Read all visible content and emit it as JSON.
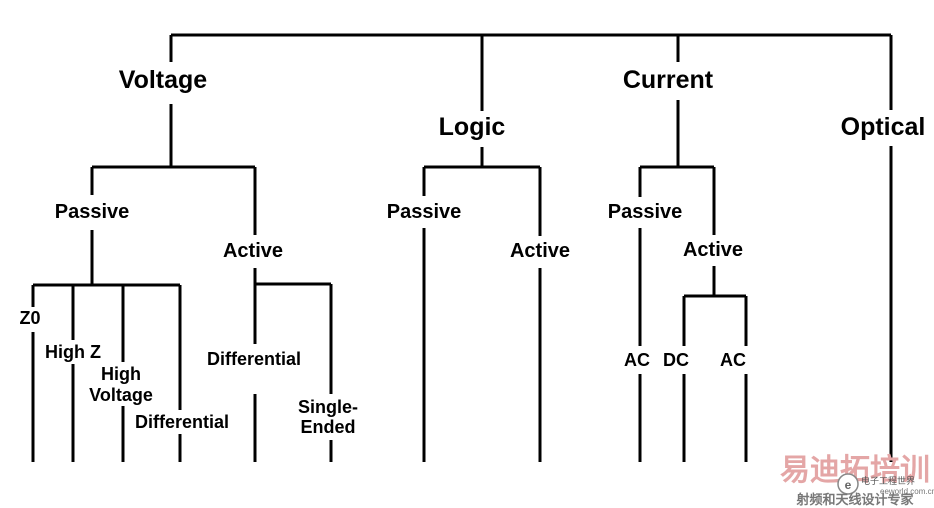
{
  "tree": {
    "voltage": {
      "label": "Voltage",
      "passive": {
        "label": "Passive",
        "z0": "Z0",
        "high_z": "High Z",
        "high_voltage": [
          "High",
          "Voltage"
        ],
        "differential": "Differential"
      },
      "active": {
        "label": "Active",
        "differential": "Differential",
        "single_ended": [
          "Single-",
          "Ended"
        ]
      }
    },
    "logic": {
      "label": "Logic",
      "passive": "Passive",
      "active": "Active"
    },
    "current": {
      "label": "Current",
      "passive": {
        "label": "Passive",
        "ac": "AC"
      },
      "active": {
        "label": "Active",
        "dc": "DC",
        "ac": "AC"
      }
    },
    "optical": {
      "label": "Optical"
    }
  },
  "watermark": {
    "title": "易迪拓培训",
    "subtitle": "射频和天线设计专家",
    "site": "eeworld.com.cn",
    "logo_text": "电子工程世界",
    "title_color": "#e4a6a6",
    "subtitle_color": "#777777"
  }
}
